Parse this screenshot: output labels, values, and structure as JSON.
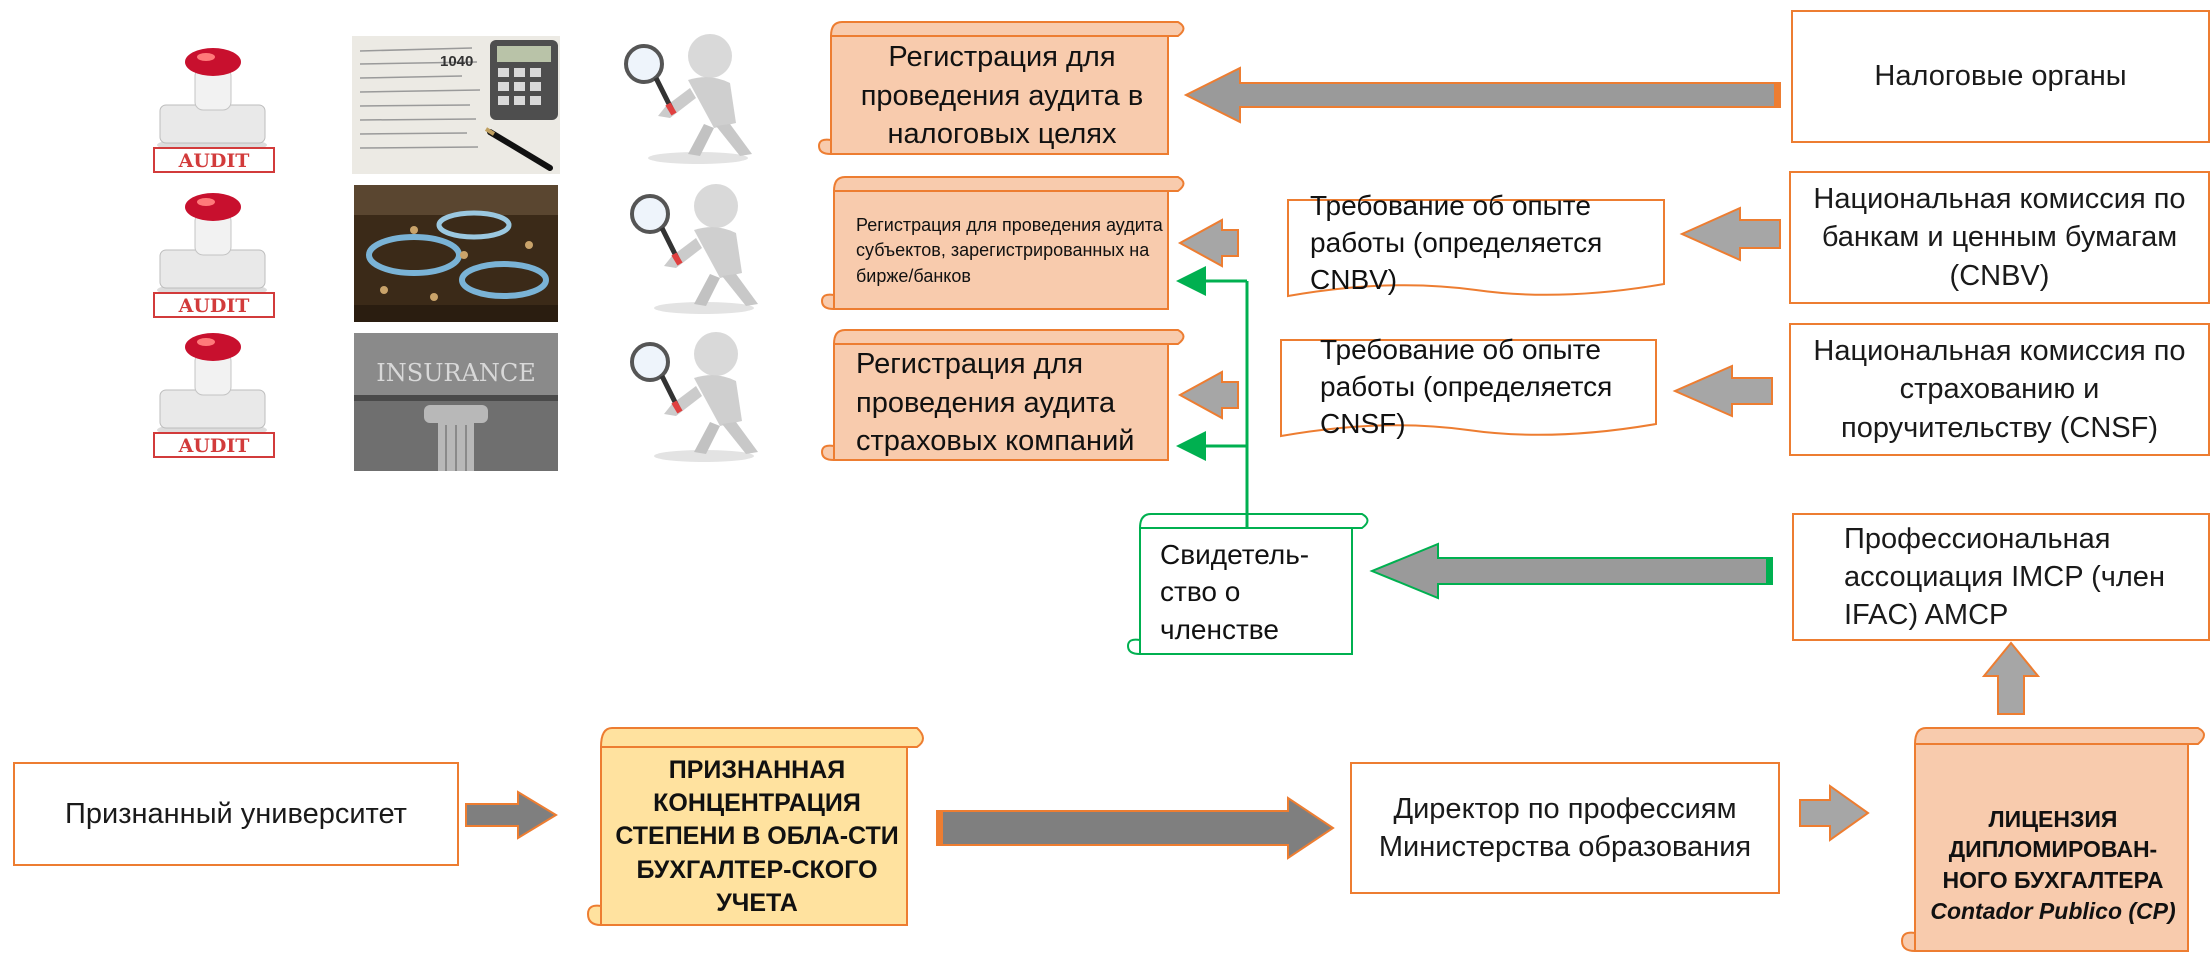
{
  "nodes": {
    "tax_authorities": "Налоговые органы",
    "cnbv_commission": "Национальная комиссия по банкам и ценным бумагам (CNBV)",
    "cnsf_commission": "Национальная комиссия по страхованию и поручительству (CNSF)",
    "imcp_association": "Профессиональная ассоциация IMCP (член IFAC) AMCP",
    "reg_tax": "Регистрация для проведения аудита в налоговых целях",
    "reg_exchange": "Регистрация для проведения аудита субъектов, зарегистрированных на бирже/банков",
    "reg_insurance": "Регистрация для проведения аудита страховых компаний",
    "req_cnbv": "Требование об опыте работы (определяется CNBV)",
    "req_cnsf": "Требование об опыте работы (определяется CNSF)",
    "membership": "Свидетель-ство о членстве",
    "university": "Признанный университет",
    "degree": "ПРИЗНАННАЯ КОНЦЕНТРАЦИЯ СТЕПЕНИ В ОБЛА-СТИ БУХГАЛТЕР-СКОГО УЧЕТА",
    "ministry": "Директор по профессиям Министерства образования",
    "license_main": "ЛИЦЕНЗИЯ ДИПЛОМИРОВАН-НОГО БУХГАЛТЕРА",
    "license_cp": "Contador Publico (CP)"
  },
  "images": {
    "stamp_label": "AUDIT",
    "form_number": "1040",
    "insurance_sign": "INSURANCE"
  },
  "colors": {
    "orange": "#ED7D31",
    "scroll_fill": "#F8CBAD",
    "degree_fill": "#FFE29F",
    "green": "#00B050",
    "arrow_gray": "#8C8C8C"
  }
}
